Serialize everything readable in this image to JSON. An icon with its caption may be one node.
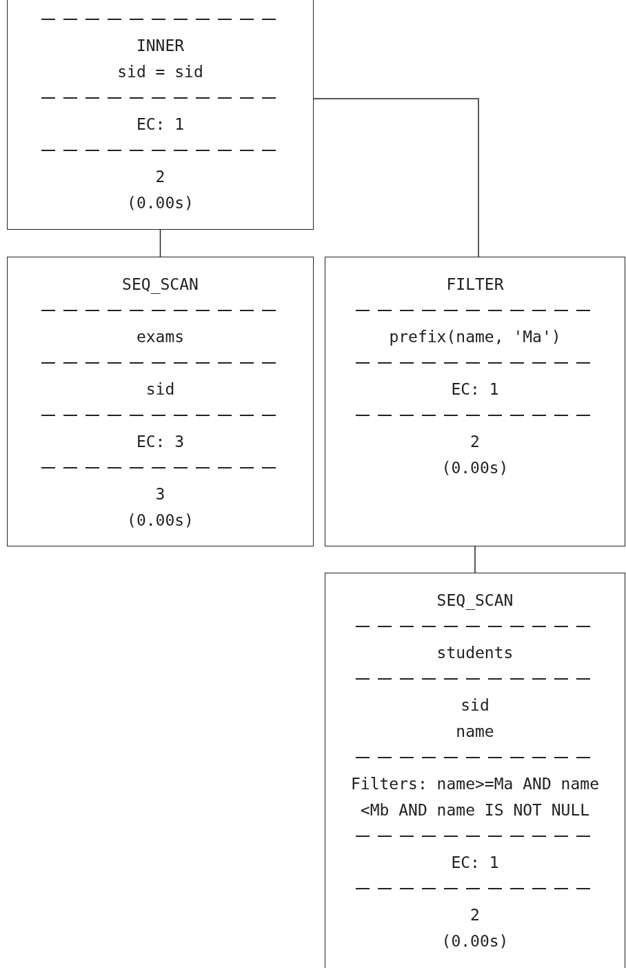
{
  "diagram": {
    "nodes": [
      {
        "text": [
          "INNER",
          "sid = sid",
          "EC: 1",
          "2",
          "(0.00s)"
        ]
      },
      {
        "text": [
          "SEQ_SCAN",
          "exams",
          "sid",
          "EC: 3",
          "3",
          "(0.00s)"
        ]
      },
      {
        "text": [
          "FILTER",
          "prefix(name, 'Ma')",
          "EC: 1",
          "2",
          "(0.00s)"
        ]
      },
      {
        "text": [
          "SEQ_SCAN",
          "students",
          "sid",
          "name",
          "Filters: name>=Ma AND name <Mb AND name IS NOT NULL",
          "EC: 1",
          "2",
          "(0.00s)"
        ]
      }
    ],
    "edges": [
      {
        "from": 0,
        "to": 1,
        "arrow": "none"
      },
      {
        "from": 0,
        "to": 2,
        "arrow": "none"
      },
      {
        "from": 2,
        "to": 3,
        "arrow": "none"
      }
    ]
  }
}
